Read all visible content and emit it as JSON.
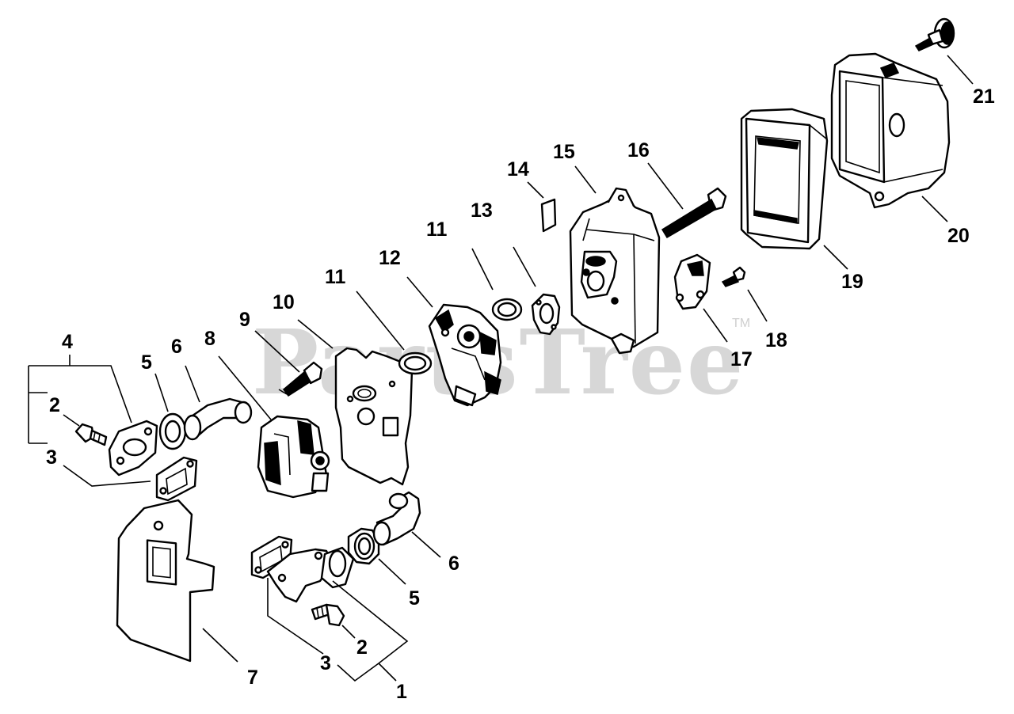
{
  "watermark": {
    "text": "PartsTree",
    "tm": "TM"
  },
  "callouts": {
    "c1": "1",
    "c2a": "2",
    "c2b": "2",
    "c3a": "3",
    "c3b": "3",
    "c4": "4",
    "c5a": "5",
    "c5b": "5",
    "c6a": "6",
    "c6b": "6",
    "c7": "7",
    "c8": "8",
    "c9": "9",
    "c10": "10",
    "c11a": "11",
    "c11b": "11",
    "c12": "12",
    "c13": "13",
    "c14": "14",
    "c15": "15",
    "c16": "16",
    "c17": "17",
    "c18": "18",
    "c19": "19",
    "c20": "20",
    "c21": "21"
  }
}
